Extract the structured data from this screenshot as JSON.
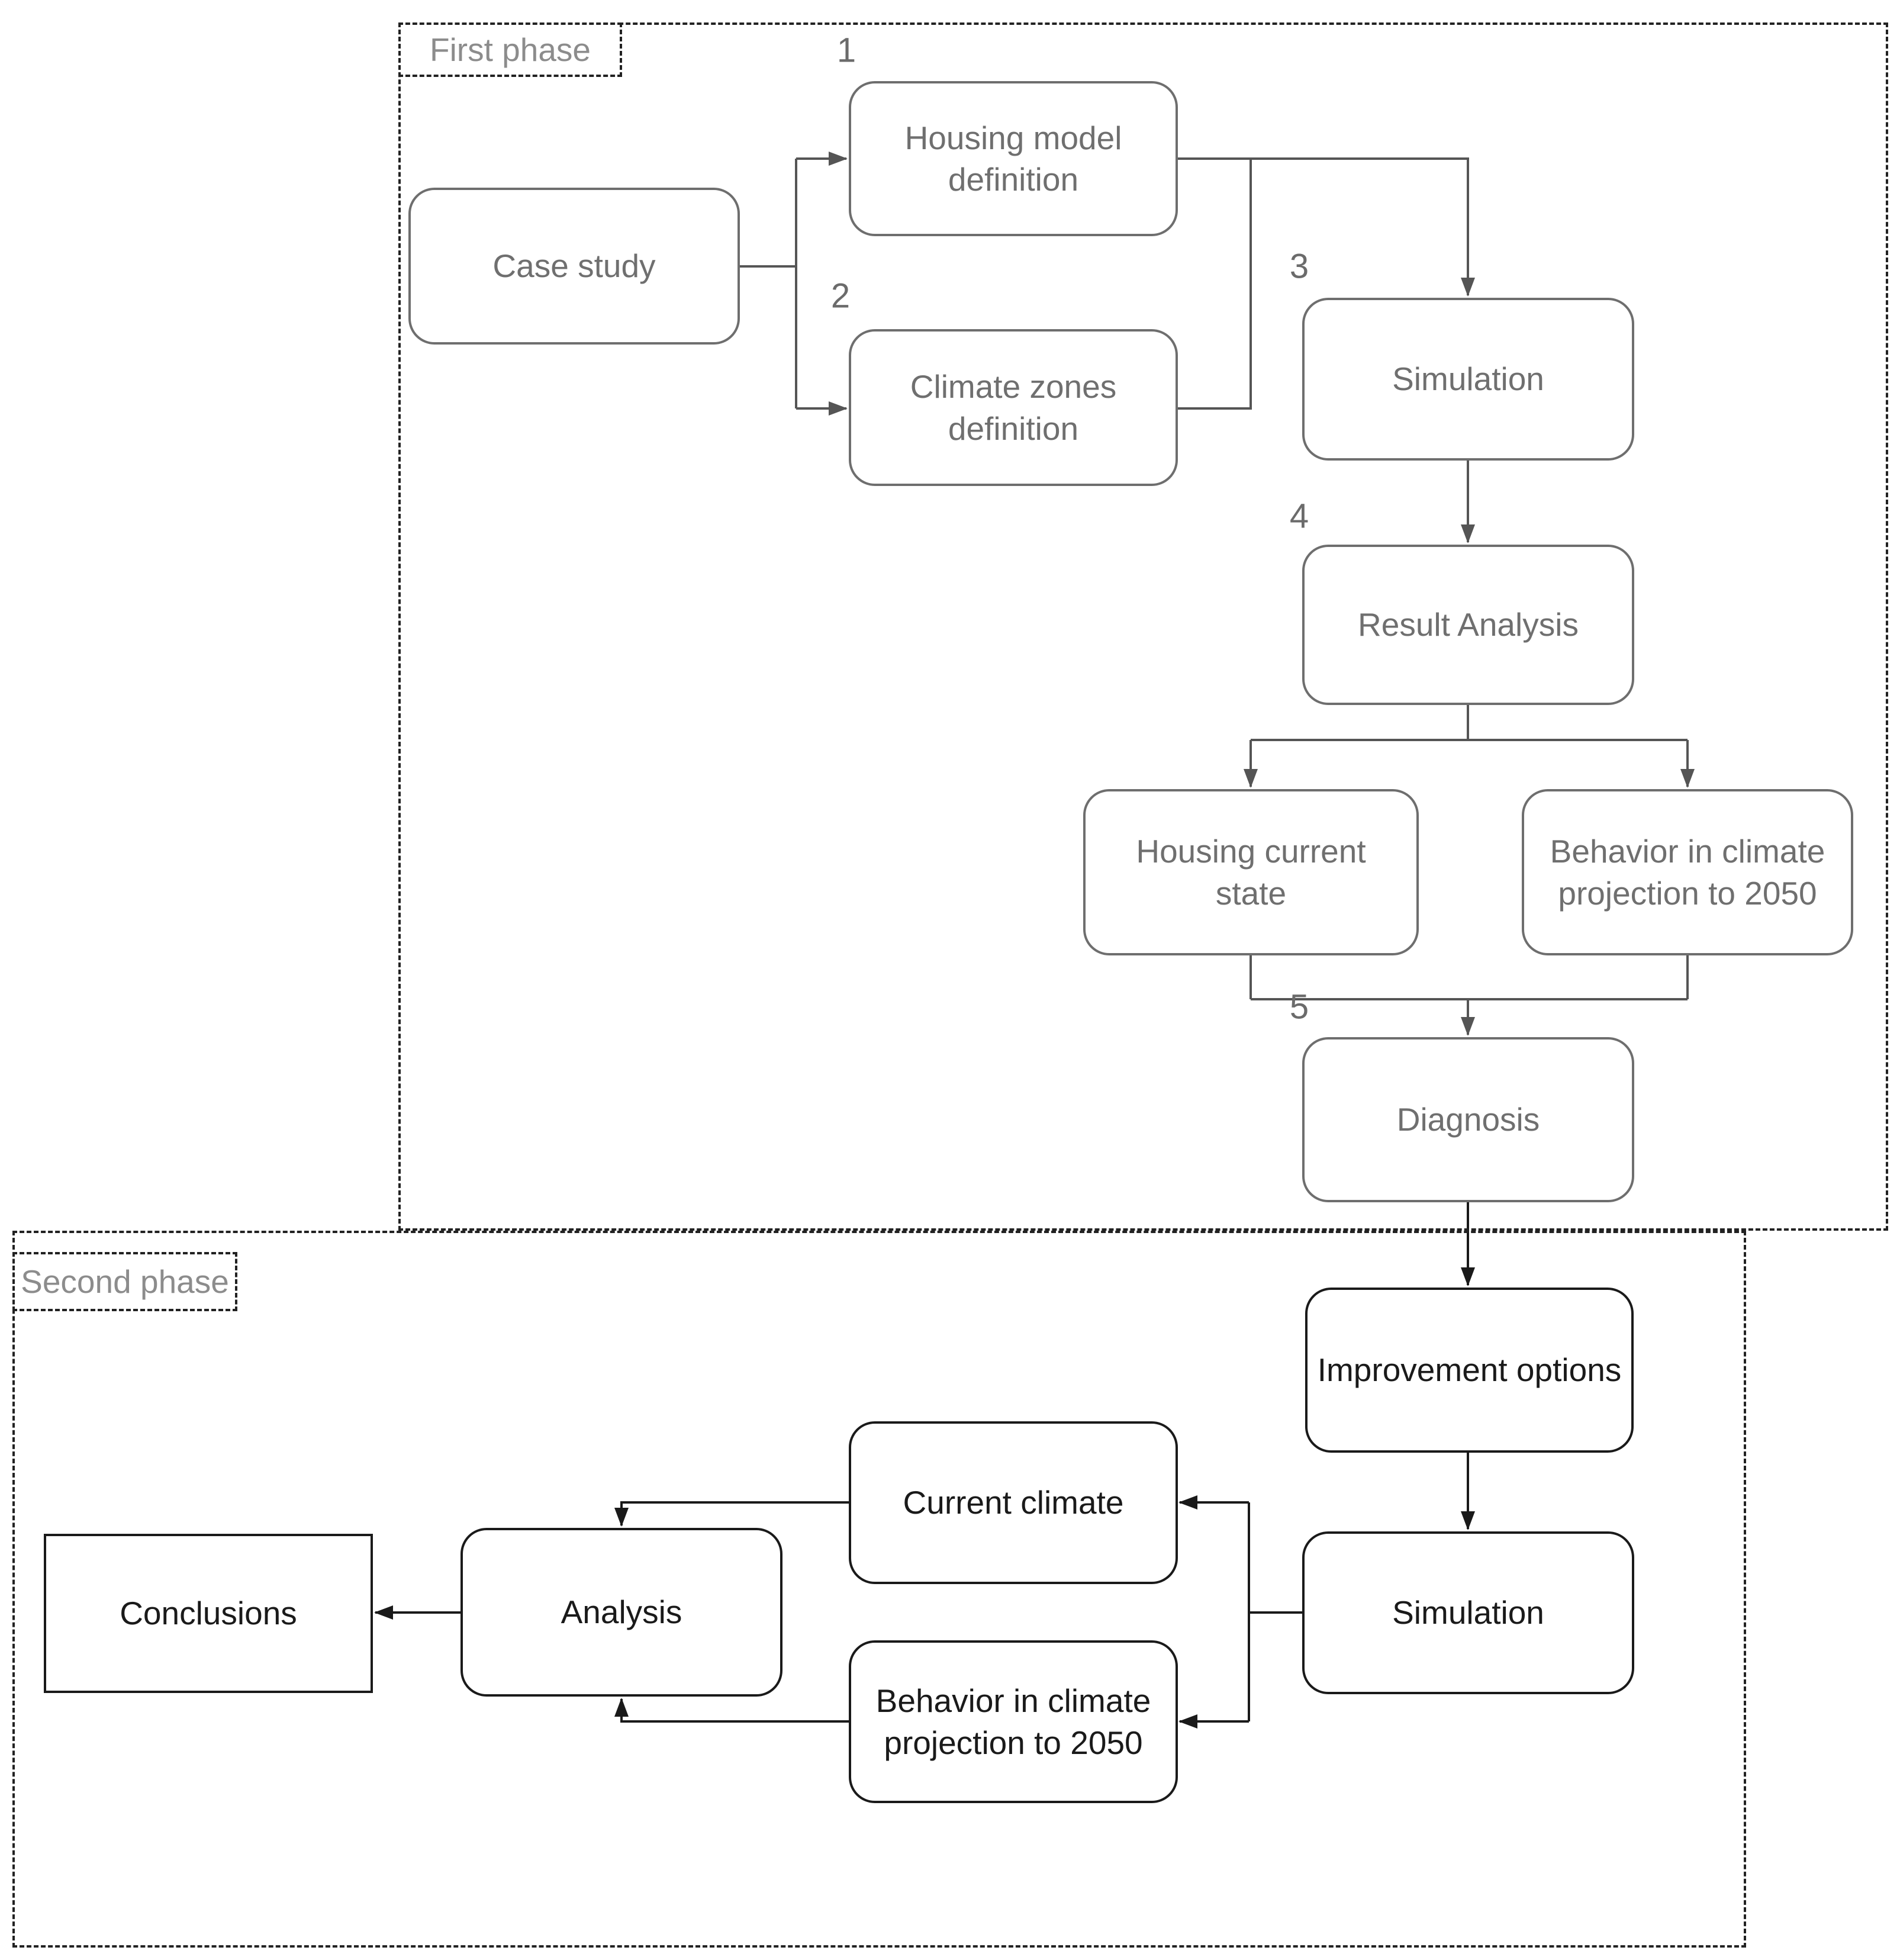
{
  "diagram": {
    "phase1": {
      "label": "First phase"
    },
    "phase2": {
      "label": "Second phase"
    },
    "steps": {
      "n1": "1",
      "n2": "2",
      "n3": "3",
      "n4": "4",
      "n5": "5"
    },
    "nodes": {
      "case_study": "Case study",
      "housing_model_definition": "Housing model definition",
      "climate_zones_definition": "Climate zones definition",
      "simulation_first": "Simulation",
      "result_analysis": "Result Analysis",
      "housing_current_state": "Housing current state",
      "behavior_projection_first": "Behavior in climate projection to 2050",
      "diagnosis": "Diagnosis",
      "improvement_options": "Improvement options",
      "simulation_second": "Simulation",
      "current_climate": "Current climate",
      "behavior_projection_second": "Behavior in climate projection to 2050",
      "analysis": "Analysis",
      "conclusions": "Conclusions"
    },
    "colors": {
      "phase1_stroke": "#6e6e6e",
      "phase1_connector": "#555555",
      "phase1_text": "#6f6f6f",
      "phase2_stroke": "#1a1a1a",
      "phase2_text": "#1a1a1a",
      "phase_label_text": "#8c8c8c",
      "background": "#ffffff"
    }
  }
}
